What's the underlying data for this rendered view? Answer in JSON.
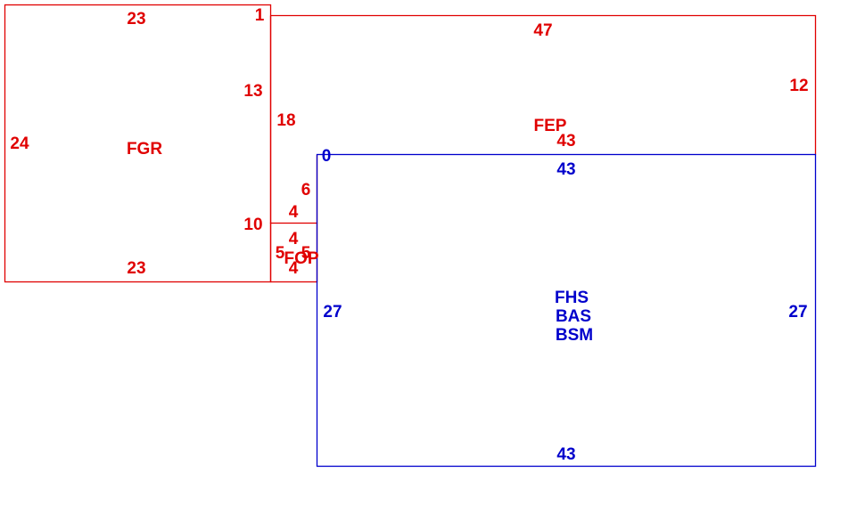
{
  "colors": {
    "red": "#e00000",
    "blue": "#0000cc",
    "background": "#ffffff"
  },
  "regions": {
    "fgr": {
      "name": "FGR",
      "color": "red",
      "top": "23",
      "bottom": "23",
      "left": "24",
      "right_upper": "13",
      "right_lower": "10",
      "top_right_corner": "1"
    },
    "fep": {
      "name": "FEP",
      "color": "red",
      "top": "47",
      "right": "12",
      "left": "18",
      "bottom": "43"
    },
    "fop": {
      "name": "FOP",
      "color": "red",
      "top": "4",
      "mid": "4",
      "bottom": "4",
      "left": "5",
      "right": "5",
      "upper_side": "6"
    },
    "blue_room": {
      "names": [
        "FHS",
        "BAS",
        "BSM"
      ],
      "color": "blue",
      "top": "43",
      "bottom": "43",
      "left": "27",
      "right": "27",
      "corner": "0"
    }
  }
}
